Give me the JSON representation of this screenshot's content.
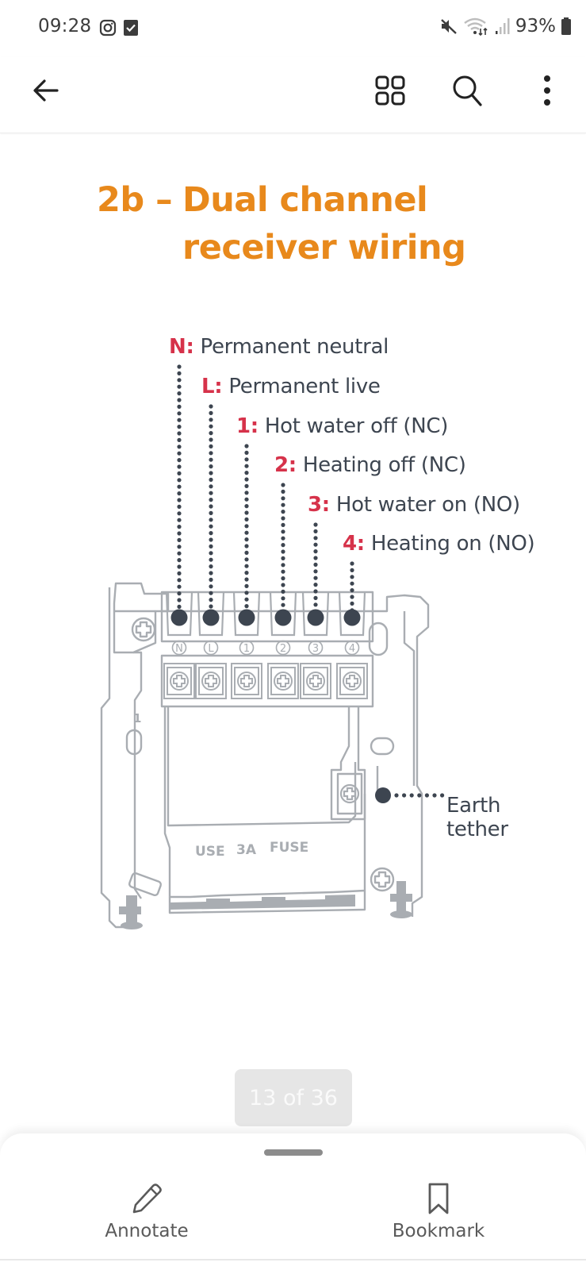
{
  "status_bar": {
    "time": "09:28",
    "left_icons": [
      "instagram-icon",
      "checkbox-icon"
    ],
    "right_icons": [
      "mute-icon",
      "wifi-icon",
      "signal-icon"
    ],
    "battery": "93%"
  },
  "app_bar": {
    "back_icon": "arrow-left-icon",
    "actions": [
      "grid-view-icon",
      "search-icon",
      "more-vert-icon"
    ]
  },
  "document": {
    "title_number": "2b –",
    "title_line1": "Dual channel",
    "title_line2": "receiver wiring",
    "colors": {
      "title": "#e8891c",
      "key": "#d6324a",
      "label": "#3d4550",
      "dots": "#3d4550",
      "outline": "#a9adb2"
    },
    "terminals": [
      {
        "key": "N:",
        "label": "Permanent neutral",
        "marker": "N"
      },
      {
        "key": "L:",
        "label": "Permanent live",
        "marker": "L"
      },
      {
        "key": "1:",
        "label": "Hot water off (NC)",
        "marker": "1"
      },
      {
        "key": "2:",
        "label": "Heating off (NC)",
        "marker": "2"
      },
      {
        "key": "3:",
        "label": "Hot water on (NO)",
        "marker": "3"
      },
      {
        "key": "4:",
        "label": "Heating on (NO)",
        "marker": "4"
      }
    ],
    "earth_label_line1": "Earth",
    "earth_label_line2": "tether",
    "board_text": {
      "fuse_labels": [
        "USE",
        "3A",
        "FUSE"
      ],
      "side_number": "1"
    }
  },
  "page_indicator": "13 of 36",
  "bottom_sheet": {
    "annotate_label": "Annotate",
    "bookmark_label": "Bookmark"
  }
}
